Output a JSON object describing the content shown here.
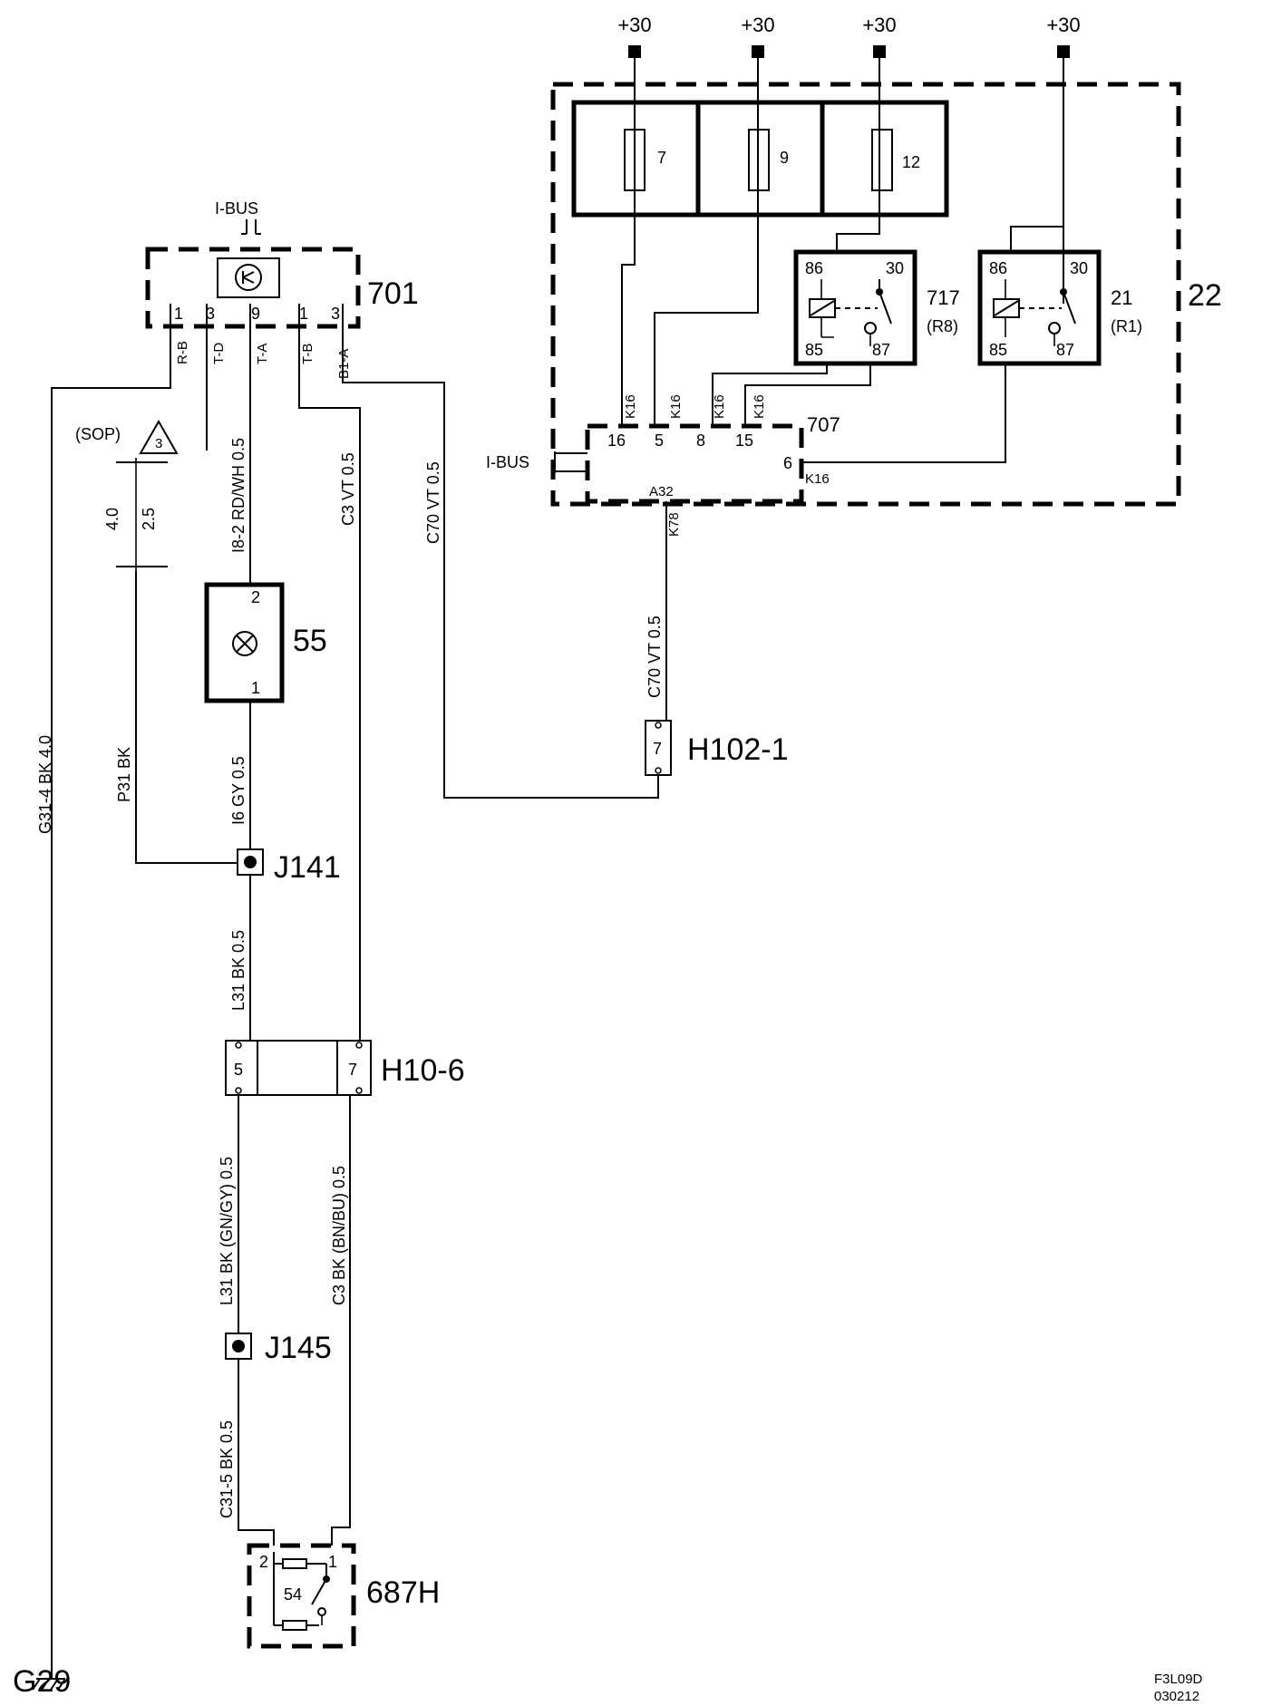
{
  "supply": {
    "label": "+30"
  },
  "ground": {
    "label": "G29",
    "wire": "G31-4  BK  4.0"
  },
  "footer": {
    "code": "F3L09D",
    "date": "030212"
  },
  "component_701": {
    "id": "701",
    "bus": "I-BUS",
    "pins": [
      "1",
      "3",
      "9",
      "1",
      "3"
    ],
    "terminals": [
      "R-B",
      "T-D",
      "T-A",
      "T-B",
      "B1-A"
    ]
  },
  "sop": {
    "label": "(SOP)",
    "note": "3",
    "sizes": [
      "4.0",
      "2.5"
    ]
  },
  "lamp": {
    "id": "55",
    "pin_top": "2",
    "pin_bottom": "1"
  },
  "wires": {
    "i8_2": "I8-2  RD/WH  0.5",
    "c3_upper": "C3  VT  0.5",
    "c70_left": "C70  VT  0.5",
    "c70_right": "C70  VT  0.5",
    "i6": "I6  GY  0.5",
    "p31": "P31  BK",
    "l31_upper": "L31  BK  0.5",
    "l31_lower": "L31 BK  (GN/GY)  0.5",
    "c3_lower": "C3  BK  (BN/BU)  0.5",
    "c31_5": "C31-5  BK  0.5",
    "k78": "K78",
    "k16": "K16"
  },
  "splice_1": {
    "id": "J141"
  },
  "splice_2": {
    "id": "J145"
  },
  "connector_h10": {
    "id": "H10-6",
    "pins": [
      "5",
      "7"
    ]
  },
  "connector_h102": {
    "id": "H102-1",
    "pin": "7"
  },
  "switch_687": {
    "id": "687H",
    "pins": [
      "2",
      "1"
    ],
    "label": "54"
  },
  "box_22": {
    "id": "22",
    "fuses": [
      "7",
      "9",
      "12"
    ],
    "relay_r8": {
      "id": "717",
      "sub": "(R8)",
      "pins": [
        "86",
        "30",
        "85",
        "87"
      ]
    },
    "relay_r1": {
      "id": "21",
      "sub": "(R1)",
      "pins": [
        "86",
        "30",
        "85",
        "87"
      ]
    },
    "module_707": {
      "id": "707",
      "bus": "I-BUS",
      "pins": [
        "16",
        "5",
        "8",
        "15"
      ],
      "pin_right": "6",
      "pin_bottom": "A32"
    }
  }
}
